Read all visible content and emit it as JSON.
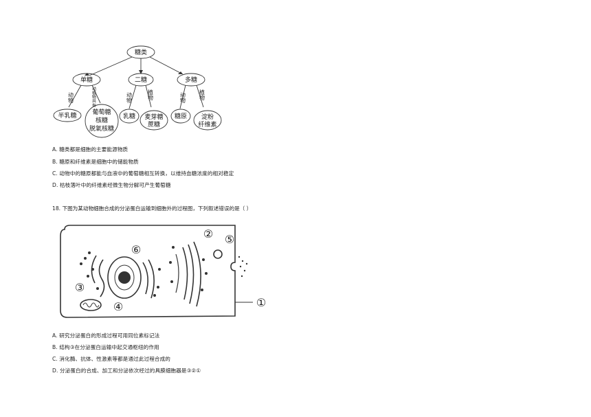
{
  "diagram": {
    "root": "糖类",
    "groups": [
      {
        "label": "单糖",
        "branch_left": "动物",
        "branch_right": "动植物共有",
        "leaf_left": "半乳糖",
        "leaf_right": [
          "葡萄糖",
          "核糖",
          "脱氧核糖"
        ]
      },
      {
        "label": "二糖",
        "branch_left": "动物",
        "branch_right": "植物",
        "leaf_left": "乳糖",
        "leaf_right": [
          "麦芽糖",
          "蔗糖"
        ]
      },
      {
        "label": "多糖",
        "branch_left": "动物",
        "branch_right": "植物",
        "leaf_left": "糖原",
        "leaf_right": [
          "淀粉",
          "纤维素"
        ]
      }
    ]
  },
  "q17_options": [
    "A.  糖类都是细胞的主要能源物质",
    "B.  糖原和纤维素是细胞中的储能物质",
    "C.  动物中的糖原都能与血液中的葡萄糖相互转换，以维持血糖浓度的相对稳定",
    "D.  枯枝落叶中的纤维素经微生物分解可产生葡萄糖"
  ],
  "q18": {
    "stem": "18.  下图为某动物细胞合成的分泌蛋白运输到细胞外的过程图，下列叙述错误的是（        ）",
    "labels": {
      "l1": "①",
      "l2": "②",
      "l3": "③",
      "l4": "④",
      "l5": "⑤",
      "l6": "⑥"
    },
    "options": [
      "A.  研究分泌蛋白的形成过程可用同位素标记法",
      "B.  结构③在分泌蛋白运输中起交通枢纽的作用",
      "C.  消化酶、抗体、性激素等都是通过此过程合成的",
      "D.  分泌蛋白的合成、加工和分泌依次经过的具膜细胞器是③②①"
    ]
  }
}
